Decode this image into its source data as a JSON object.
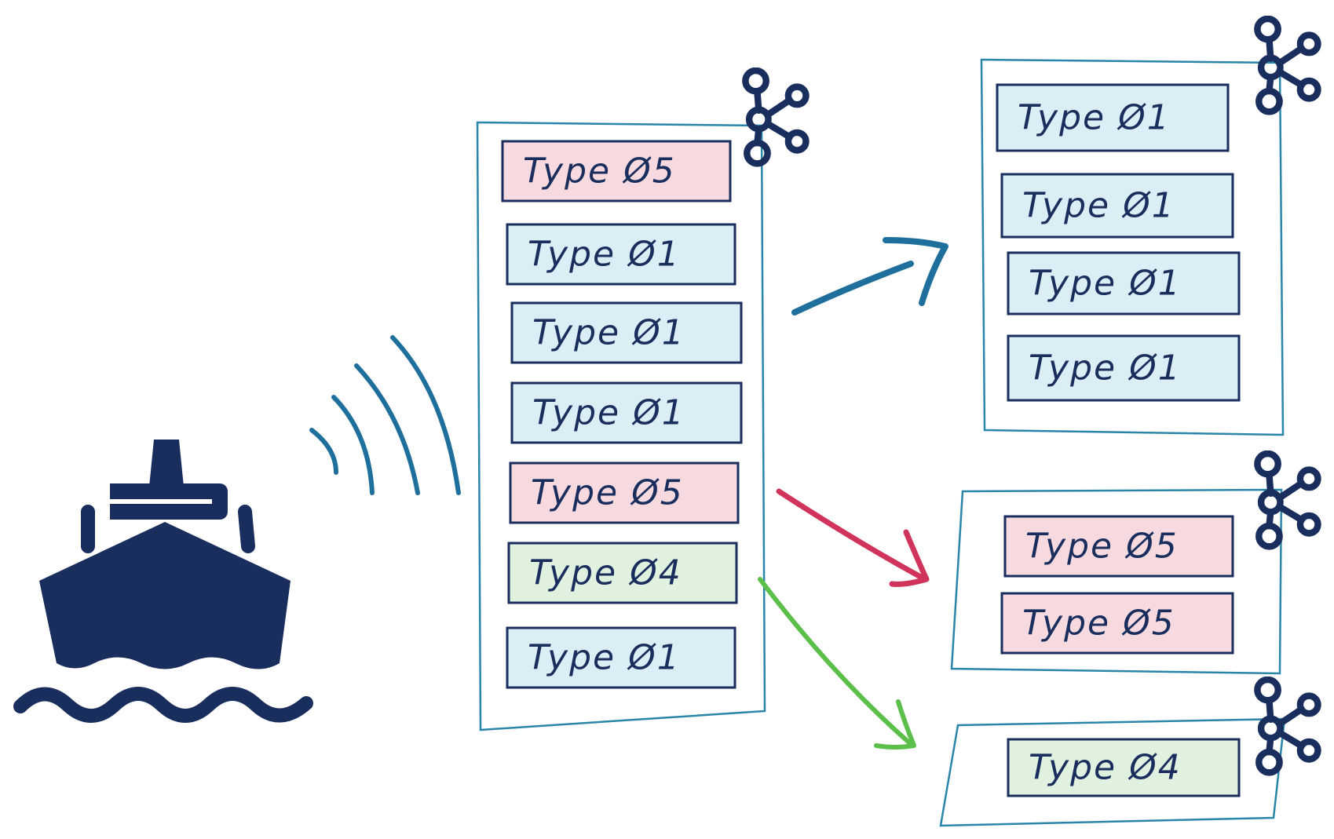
{
  "source_topic": {
    "messages": [
      {
        "label": "Type Ø5",
        "type": "05"
      },
      {
        "label": "Type Ø1",
        "type": "01"
      },
      {
        "label": "Type Ø1",
        "type": "01"
      },
      {
        "label": "Type Ø1",
        "type": "01"
      },
      {
        "label": "Type Ø5",
        "type": "05"
      },
      {
        "label": "Type Ø4",
        "type": "04"
      },
      {
        "label": "Type Ø1",
        "type": "01"
      }
    ]
  },
  "target_topics": [
    {
      "route_color": "#1f6f9c",
      "messages": [
        {
          "label": "Type Ø1",
          "type": "01"
        },
        {
          "label": "Type Ø1",
          "type": "01"
        },
        {
          "label": "Type Ø1",
          "type": "01"
        },
        {
          "label": "Type Ø1",
          "type": "01"
        }
      ]
    },
    {
      "route_color": "#d1345b",
      "messages": [
        {
          "label": "Type Ø5",
          "type": "05"
        },
        {
          "label": "Type Ø5",
          "type": "05"
        }
      ]
    },
    {
      "route_color": "#5bbf4a",
      "messages": [
        {
          "label": "Type Ø4",
          "type": "04"
        }
      ]
    }
  ],
  "colors": {
    "ink": "#1a2e5e",
    "frame": "#2a86a8",
    "type_01_fill": "#dbeef5",
    "type_05_fill": "#f7dadf",
    "type_04_fill": "#e1f1df"
  },
  "icons": [
    "ship-icon",
    "signal-waves-icon",
    "kafka-logo-icon"
  ]
}
